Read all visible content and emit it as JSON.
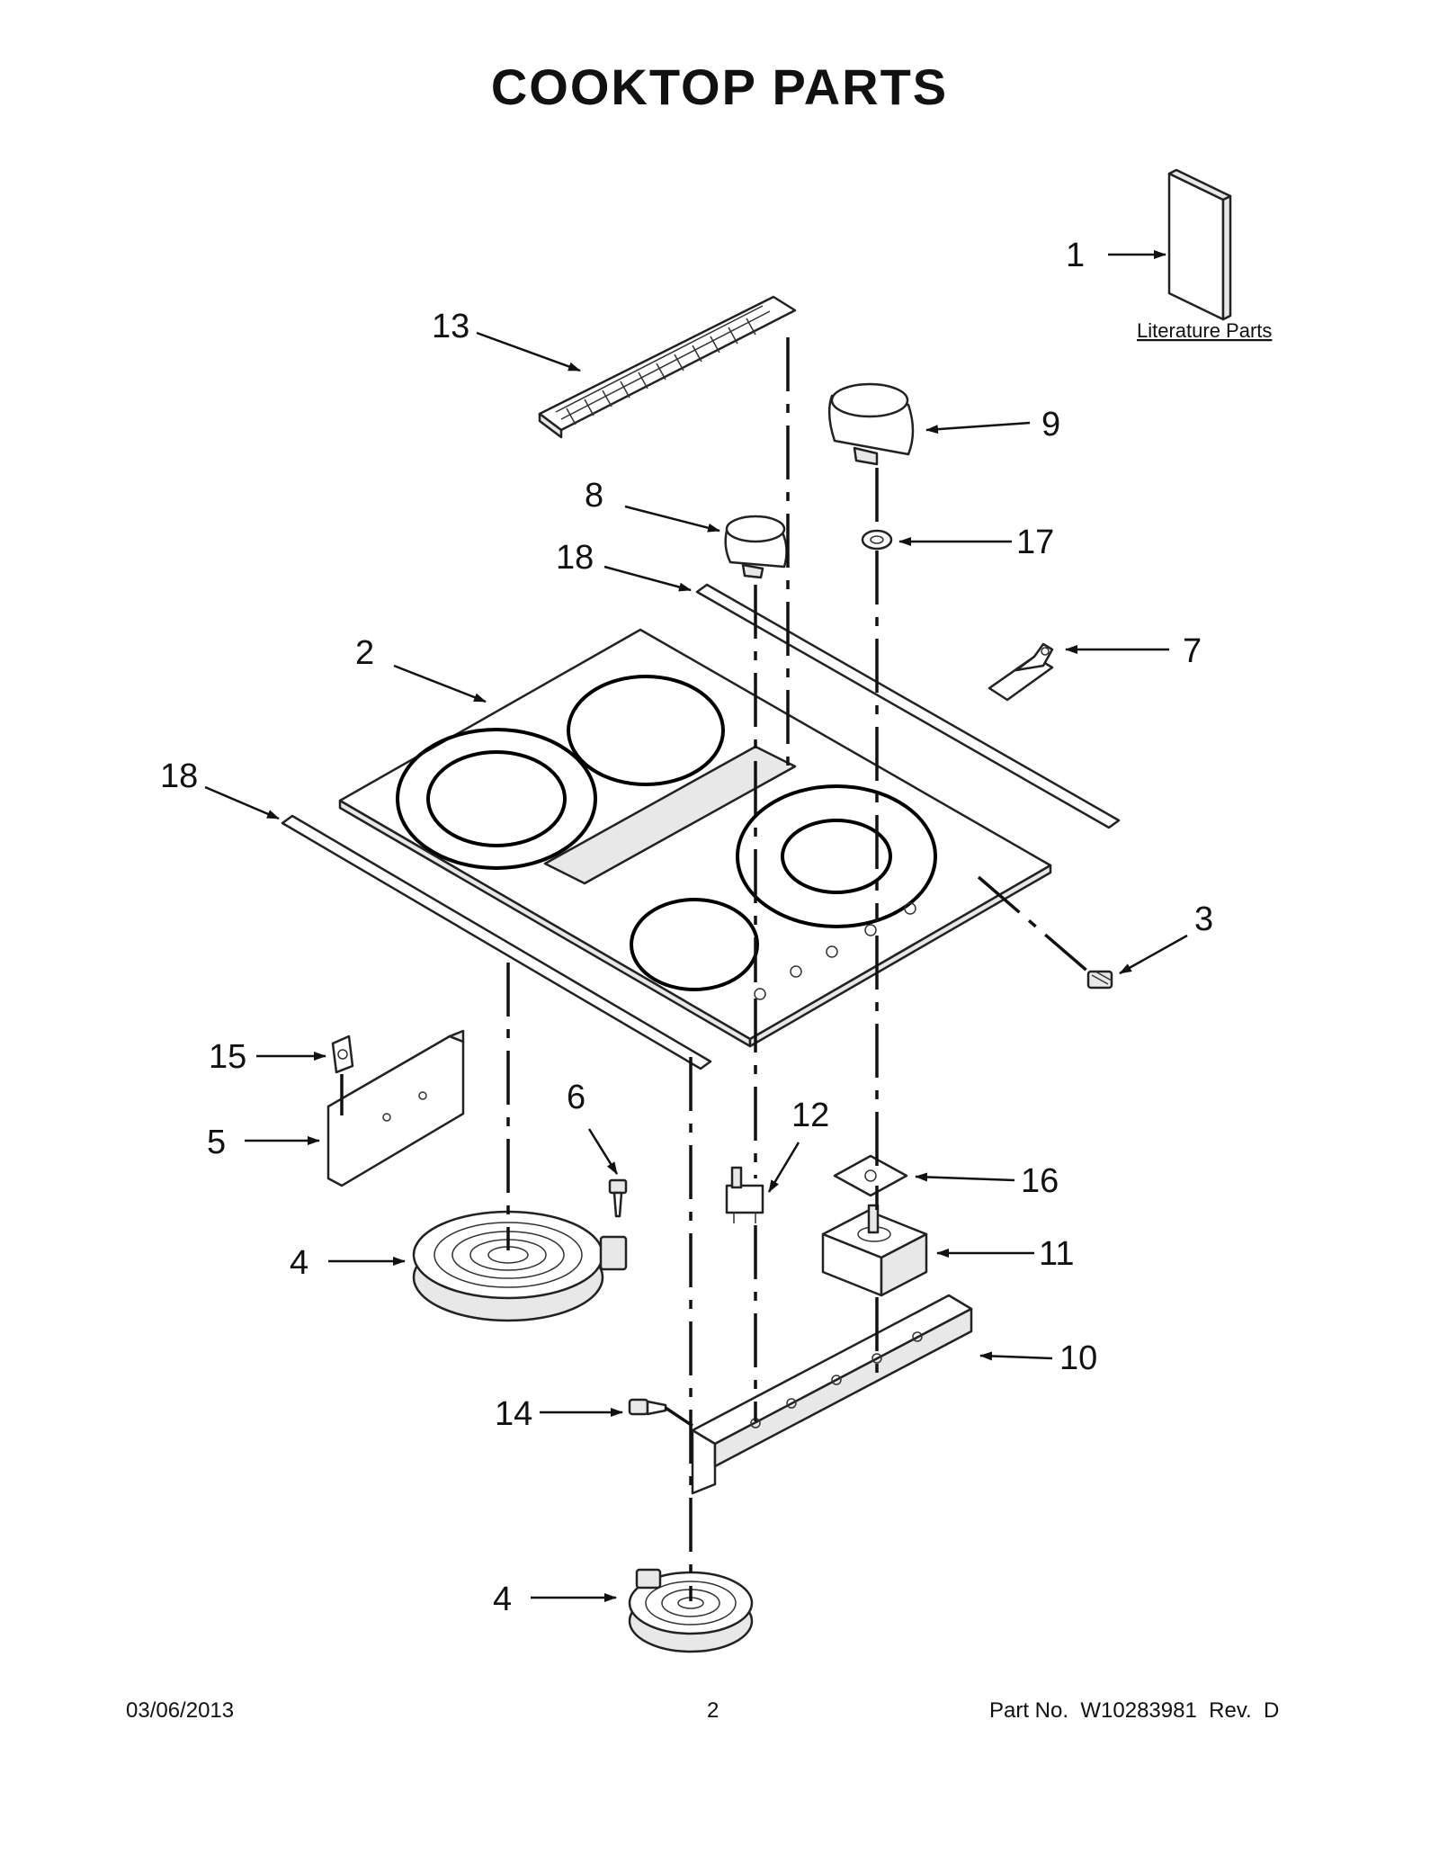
{
  "title": "COOKTOP PARTS",
  "literature_label": "Literature Parts",
  "callouts": {
    "c1": "1",
    "c2": "2",
    "c3": "3",
    "c4a": "4",
    "c4b": "4",
    "c5": "5",
    "c6": "6",
    "c7": "7",
    "c8": "8",
    "c9": "9",
    "c10": "10",
    "c11": "11",
    "c12": "12",
    "c13": "13",
    "c14": "14",
    "c15": "15",
    "c16": "16",
    "c17": "17",
    "c18a": "18",
    "c18b": "18"
  },
  "footer": {
    "date": "03/06/2013",
    "page": "2",
    "part_no": "Part No.  W10283981  Rev.  D"
  }
}
